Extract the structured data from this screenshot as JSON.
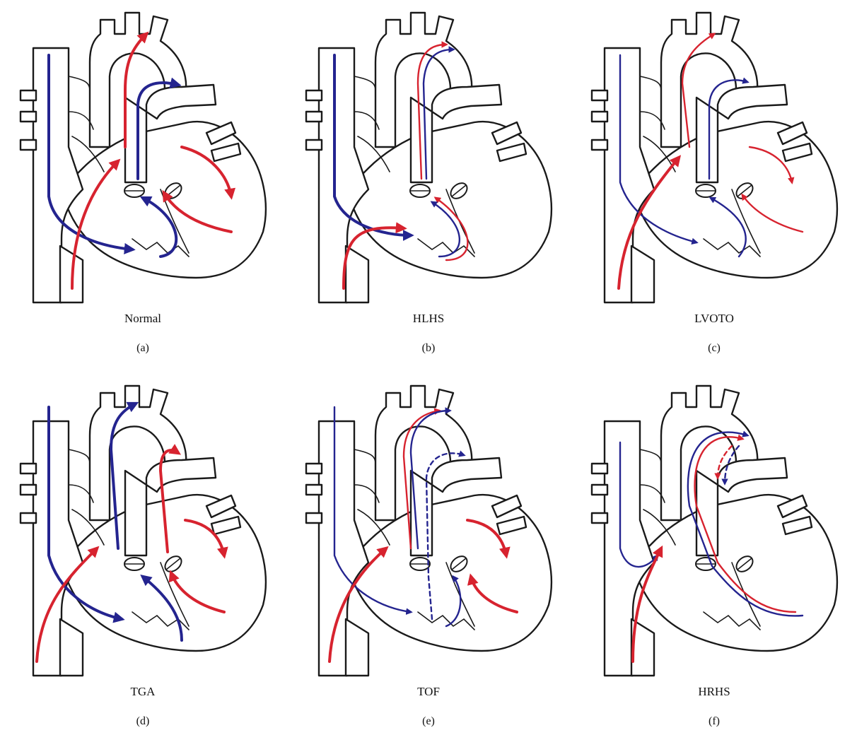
{
  "colors": {
    "oxygenated": "#d7232f",
    "deoxygenated": "#24248f",
    "outline": "#1a1a1a"
  },
  "panels": [
    {
      "id": "a",
      "name": "Normal",
      "letter": "(a)"
    },
    {
      "id": "b",
      "name": "HLHS",
      "letter": "(b)"
    },
    {
      "id": "c",
      "name": "LVOTO",
      "letter": "(c)"
    },
    {
      "id": "d",
      "name": "TGA",
      "letter": "(d)"
    },
    {
      "id": "e",
      "name": "TOF",
      "letter": "(e)"
    },
    {
      "id": "f",
      "name": "HRHS",
      "letter": "(f)"
    }
  ]
}
